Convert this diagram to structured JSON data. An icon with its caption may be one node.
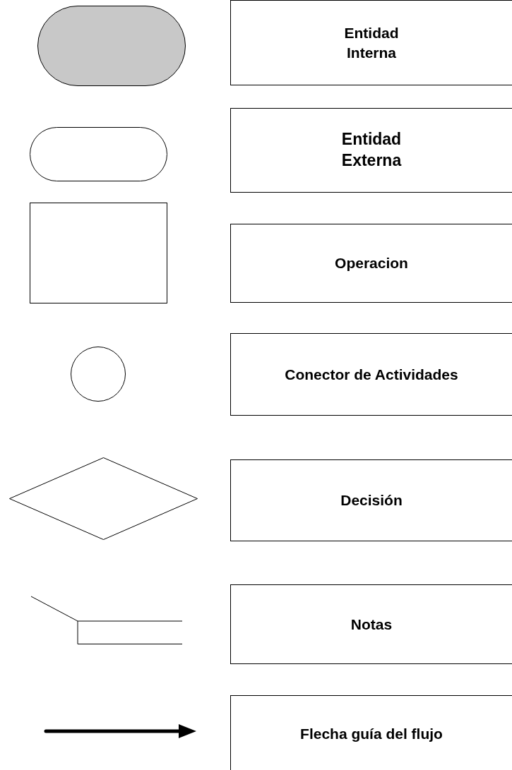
{
  "diagram": {
    "nodes": [
      {
        "text": [],
        "shape": "capsule"
      },
      {
        "text": [
          "Entidad Interna"
        ]
      },
      {
        "text": [],
        "shape": "capsule"
      },
      {
        "text": [
          "Entidad Externa"
        ]
      },
      {
        "text": [],
        "shape": "box"
      },
      {
        "text": [
          "Operacion"
        ]
      },
      {
        "text": [],
        "shape": "circle"
      },
      {
        "text": [
          "Conector de Actividades"
        ]
      },
      {
        "text": [],
        "shape": "diamond"
      },
      {
        "text": [
          "Decisión"
        ]
      },
      {
        "text": [],
        "shape": "bracket"
      },
      {
        "text": [
          "Notas"
        ]
      },
      {
        "text": [
          "Flecha guía del flujo"
        ]
      }
    ]
  }
}
